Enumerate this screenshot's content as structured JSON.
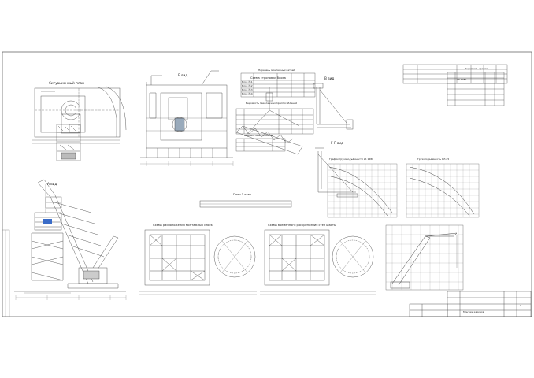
{
  "views": {
    "top_view": "Ситуационный план",
    "view_b": "Б вид",
    "view_a": "А вид",
    "view_v": "В вид",
    "view_g": "Г-Г вид",
    "sling_scheme": "Схема строповки блока",
    "plan_1": "План 1 этап",
    "scheme_left": "Схема расположения монтажных стоек",
    "scheme_right": "Схема временного раскрепления стен шахты"
  },
  "tables": {
    "sling_title": "Перечень монтажных ветвей",
    "sling_rows": [
      "Блок №1",
      "Блок №2",
      "Блок №3",
      "Блок №4"
    ],
    "rigging_title": "Ведомость такелажных приспособлений",
    "material_title": "Ведомость материалов",
    "crane_title": "Ведомость кранов",
    "crane_rows": [
      "LR 1280"
    ]
  },
  "graphs": {
    "left_title": "График грузоподъёмности LR 1280",
    "right_title": "Грузоподъёмность КЛ-25"
  },
  "stamp": {
    "title": "Монтаж каркаса",
    "sheet_no": "1"
  }
}
